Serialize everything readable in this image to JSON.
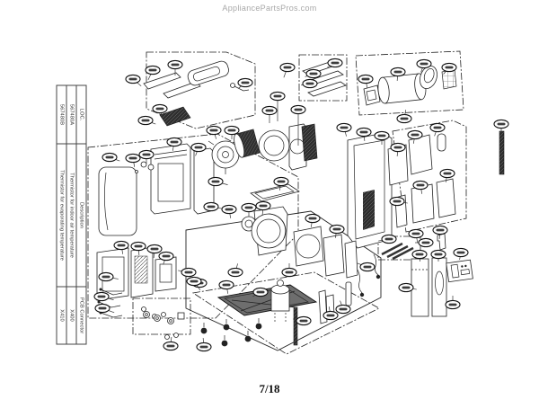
{
  "watermark": "AppliancePartsPros.com",
  "page_indicator": "7/18",
  "parts_table": {
    "headers": [
      "LOC.",
      "Description",
      "PCB Connector"
    ],
    "rows": [
      [
        "567480A",
        "Thermistor for indoor air temperature",
        "X400"
      ],
      [
        "567480B",
        "Thermistor for evaporating temperature",
        "X410"
      ]
    ]
  },
  "colors": {
    "line": "#222222",
    "watermark": "#a8a8a8",
    "paper": "#ffffff"
  },
  "diagram": {
    "description": "Exploded parts view, part-number callouts illegible at scan resolution",
    "callouts": [
      [
        170,
        78,
        115,
        12
      ],
      [
        195,
        72,
        90,
        12
      ],
      [
        148,
        88,
        40,
        12
      ],
      [
        273,
        92,
        140,
        10
      ],
      [
        162,
        134,
        20,
        12
      ],
      [
        178,
        121,
        75,
        10
      ],
      [
        320,
        75,
        110,
        12
      ],
      [
        373,
        70,
        150,
        10
      ],
      [
        349,
        82,
        160,
        10
      ],
      [
        345,
        93,
        170,
        10
      ],
      [
        309,
        107,
        90,
        28
      ],
      [
        300,
        123,
        90,
        14
      ],
      [
        332,
        122,
        90,
        40
      ],
      [
        407,
        88,
        80,
        10
      ],
      [
        443,
        80,
        95,
        10
      ],
      [
        472,
        71,
        110,
        10
      ],
      [
        500,
        75,
        130,
        10
      ],
      [
        450,
        132,
        -80,
        10
      ],
      [
        238,
        145,
        75,
        10
      ],
      [
        258,
        145,
        90,
        10
      ],
      [
        240,
        202,
        15,
        14
      ],
      [
        313,
        202,
        100,
        10
      ],
      [
        383,
        142,
        75,
        10
      ],
      [
        405,
        147,
        85,
        10
      ],
      [
        425,
        151,
        90,
        10
      ],
      [
        443,
        164,
        95,
        10
      ],
      [
        462,
        150,
        100,
        10
      ],
      [
        487,
        142,
        110,
        10
      ],
      [
        558,
        138,
        90,
        10
      ],
      [
        498,
        193,
        100,
        10
      ],
      [
        468,
        206,
        80,
        10
      ],
      [
        442,
        224,
        10,
        12
      ],
      [
        463,
        260,
        80,
        10
      ],
      [
        490,
        256,
        95,
        10
      ],
      [
        433,
        266,
        170,
        12
      ],
      [
        474,
        270,
        180,
        12
      ],
      [
        409,
        297,
        200,
        12
      ],
      [
        235,
        230,
        10,
        14
      ],
      [
        255,
        233,
        80,
        10
      ],
      [
        277,
        231,
        90,
        10
      ],
      [
        293,
        229,
        95,
        10
      ],
      [
        348,
        243,
        100,
        10
      ],
      [
        375,
        255,
        100,
        10
      ],
      [
        262,
        303,
        -75,
        10
      ],
      [
        322,
        303,
        -90,
        10
      ],
      [
        122,
        175,
        20,
        12
      ],
      [
        148,
        176,
        80,
        10
      ],
      [
        163,
        172,
        90,
        10
      ],
      [
        194,
        158,
        100,
        10
      ],
      [
        221,
        164,
        110,
        10
      ],
      [
        135,
        273,
        80,
        10
      ],
      [
        154,
        274,
        85,
        10
      ],
      [
        172,
        277,
        95,
        10
      ],
      [
        185,
        285,
        110,
        10
      ],
      [
        118,
        308,
        10,
        14
      ],
      [
        113,
        330,
        15,
        14
      ],
      [
        114,
        343,
        20,
        14
      ],
      [
        210,
        303,
        190,
        12
      ],
      [
        222,
        315,
        200,
        12
      ],
      [
        190,
        385,
        -85,
        10
      ],
      [
        227,
        386,
        -95,
        10
      ],
      [
        216,
        313,
        55,
        12
      ],
      [
        252,
        317,
        80,
        10
      ],
      [
        290,
        325,
        150,
        10
      ],
      [
        338,
        357,
        190,
        12
      ],
      [
        368,
        351,
        -100,
        10
      ],
      [
        382,
        344,
        -110,
        10
      ],
      [
        467,
        283,
        85,
        8
      ],
      [
        488,
        283,
        90,
        8
      ],
      [
        513,
        281,
        100,
        8
      ],
      [
        452,
        320,
        10,
        12
      ],
      [
        504,
        339,
        -90,
        10
      ]
    ]
  }
}
